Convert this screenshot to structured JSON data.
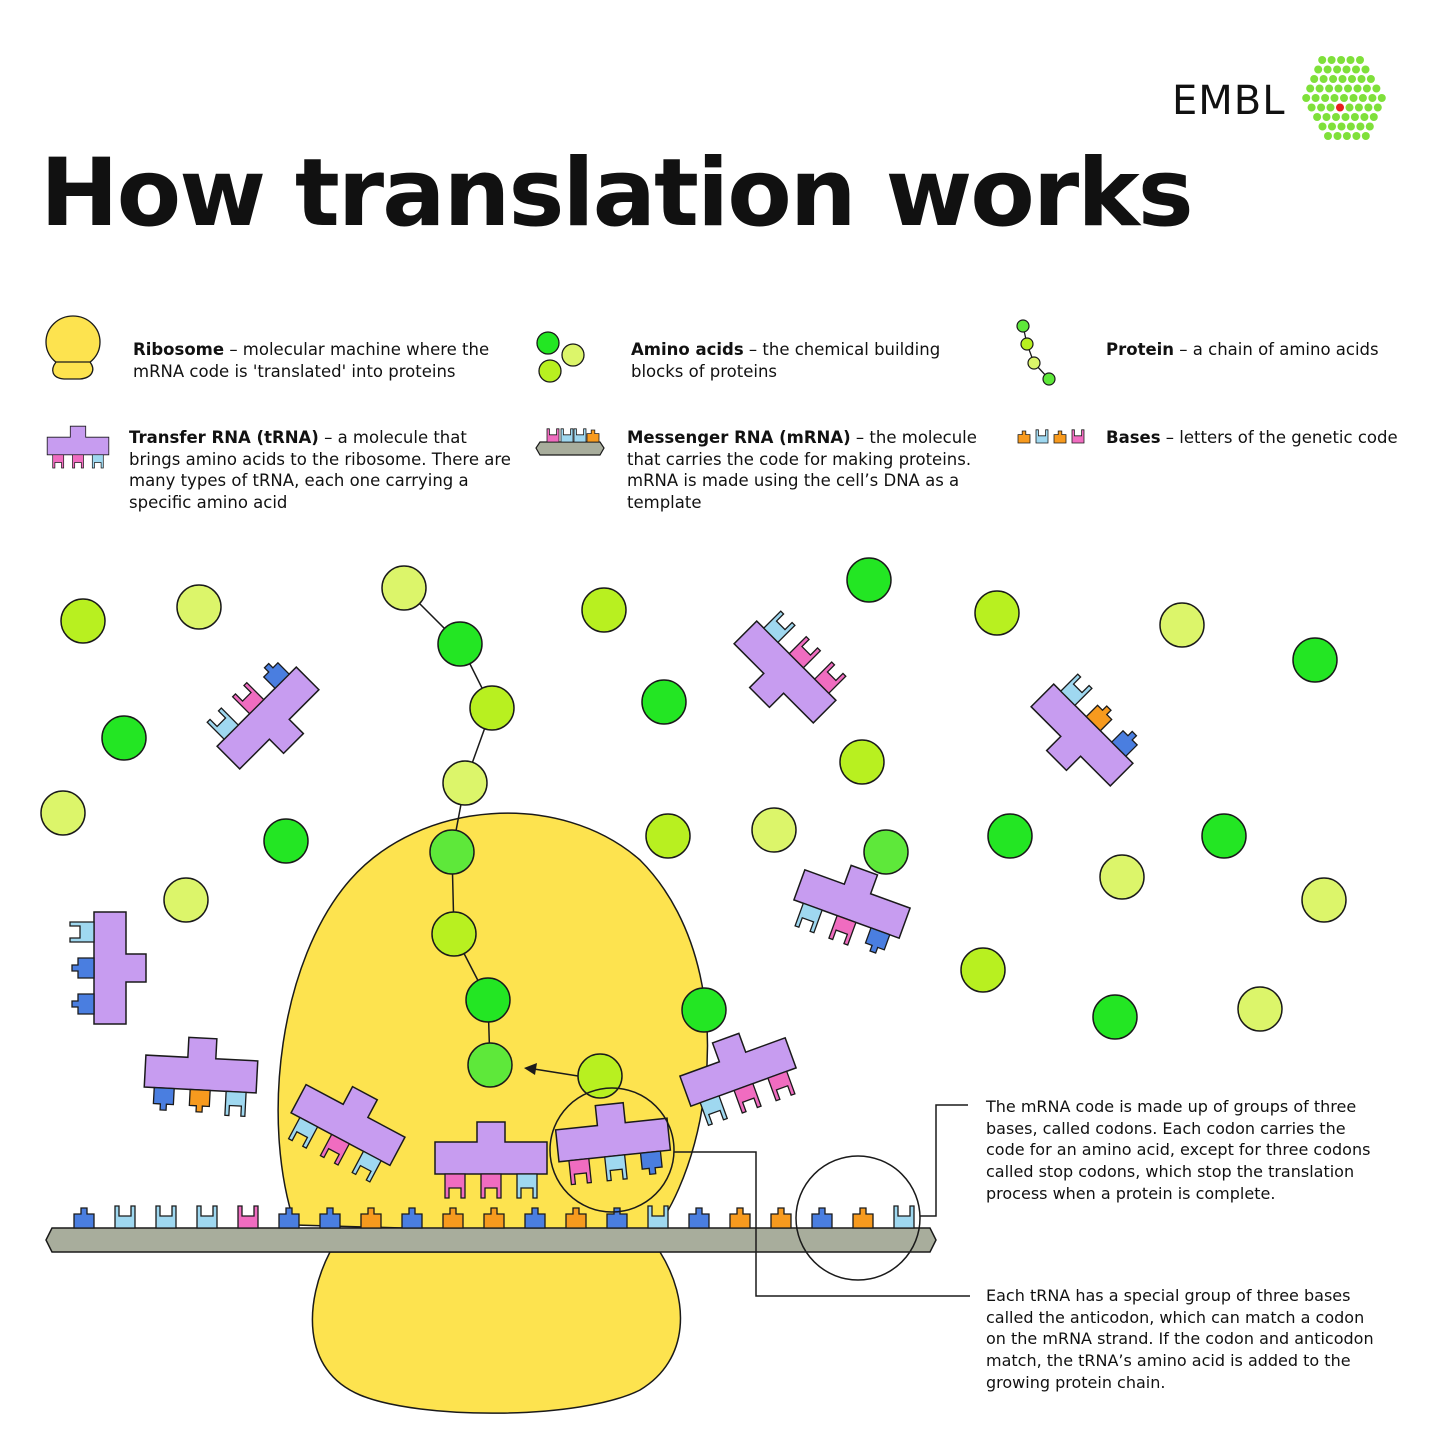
{
  "logo": {
    "text": "EMBL"
  },
  "title": "How translation works",
  "legend": [
    {
      "key": "ribosome",
      "term": "Ribosome",
      "desc": "– molecular machine where the mRNA code is 'translated' into proteins"
    },
    {
      "key": "amino_acids",
      "term": "Amino acids",
      "desc": "– the chemical building blocks of proteins"
    },
    {
      "key": "protein",
      "term": "Protein",
      "desc": "– a chain of amino acids"
    },
    {
      "key": "trna",
      "term": "Transfer RNA (tRNA)",
      "desc": "– a molecule that brings amino acids to the ribosome. There are many types of tRNA, each one carrying a specific amino acid"
    },
    {
      "key": "mrna",
      "term": "Messenger RNA (mRNA)",
      "desc": "– the molecule that carries the code for making proteins. mRNA is made using the cell’s DNA as a template"
    },
    {
      "key": "bases",
      "term": "Bases",
      "desc": "– letters of the genetic code"
    }
  ],
  "notes": {
    "codons": "The mRNA code is made up of groups of three bases, called codons. Each codon carries the code for an amino acid, except for three codons called stop codons, which stop the translation process when a protein is complete.",
    "anticodon": "Each tRNA has a special group of three bases called the anticodon, which can match a codon on the mRNA strand. If the codon and anticodon match, the tRNA’s amino acid is added to the growing protein chain."
  },
  "colors": {
    "ribosome": "#fde34f",
    "trna": "#c79cf0",
    "mrna": "#a8ad9c",
    "base_blue": "#4a7ee0",
    "base_lightblue": "#9fd8f0",
    "base_pink": "#f06cc0",
    "base_orange": "#f79a1e",
    "amino_green": "#23e623",
    "amino_lime": "#b8f020",
    "amino_pale": "#dcf56a",
    "amino_mid": "#88ee2c",
    "logo_green": "#7fe03a",
    "logo_dot": "#e8201c"
  },
  "mrna_strand": {
    "bases": [
      "blue",
      "lightblue",
      "lightblue",
      "lightblue",
      "pink",
      "blue",
      "blue",
      "orange",
      "blue",
      "orange",
      "orange",
      "blue",
      "orange",
      "blue",
      "lightblue",
      "blue",
      "orange",
      "orange",
      "blue",
      "orange",
      "lightblue"
    ]
  }
}
